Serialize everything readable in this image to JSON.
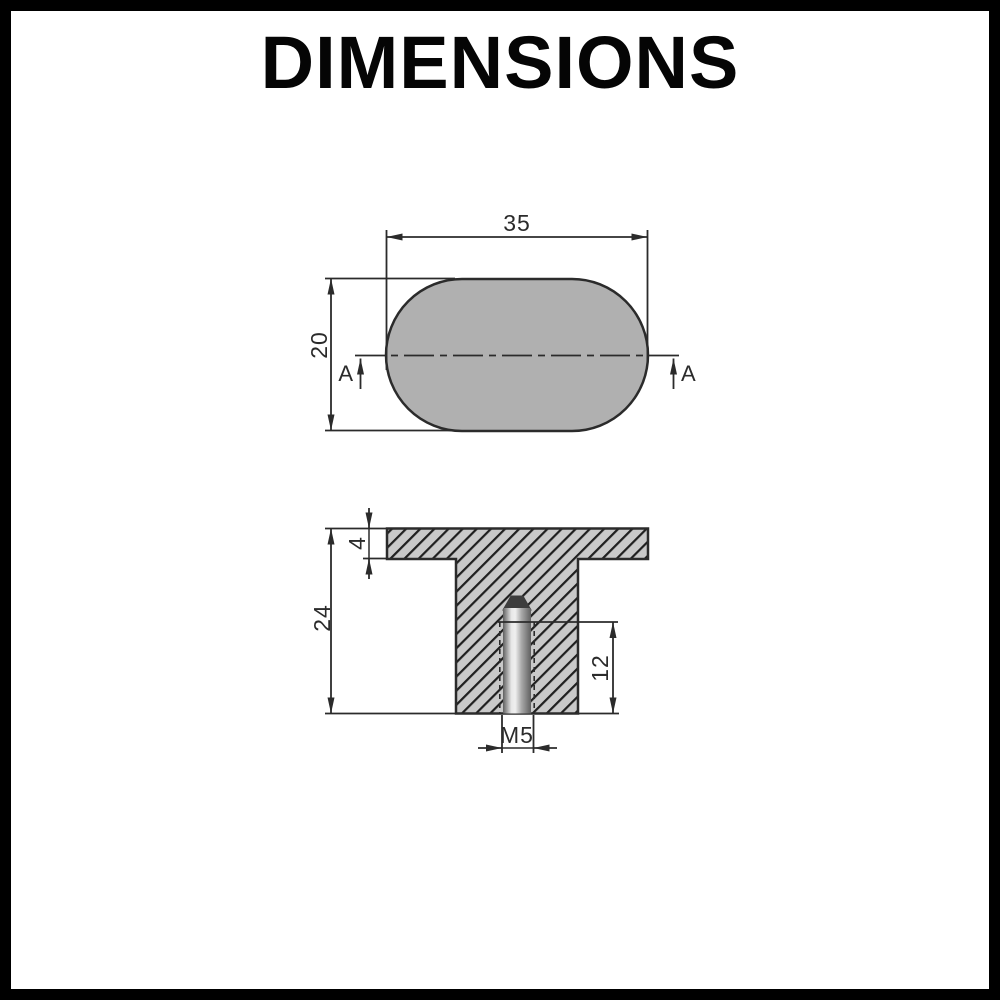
{
  "title": "DIMENSIONS",
  "colors": {
    "frame": "#000000",
    "title": "#050505",
    "line": "#2b2b2b",
    "text": "#2b2b2b",
    "part_fill": "#b0b0b0",
    "hatch_bg": "#c9c9c9",
    "hatch_line": "#1f1f1f",
    "cone": "#3d3d3d",
    "cyl_edge": "#5f5f5f",
    "cyl_light": "#e8e8e8",
    "cyl_highlight": "#efefef",
    "cyl_mid": "#a9a9a9"
  },
  "top_view": {
    "width_dim": "35",
    "height_dim": "20",
    "section_label_left": "A",
    "section_label_right": "A"
  },
  "section_view": {
    "flange_thickness_dim": "4",
    "total_height_dim": "24",
    "thread_depth_dim": "12",
    "thread_size_dim": "M5"
  }
}
